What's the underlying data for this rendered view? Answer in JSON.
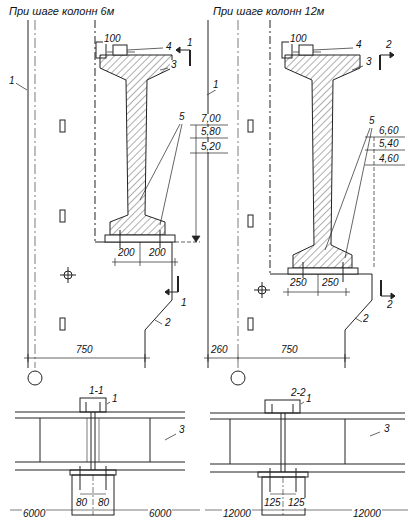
{
  "diagram": {
    "labels": [
      "При шаге колонн 6м",
      "При шаге колонн 12м",
      "1",
      "100",
      "4",
      "3",
      "1",
      "5",
      "7,00",
      "5,80",
      "5,20",
      "200",
      "200",
      "1",
      "2",
      "750",
      "2",
      "100",
      "4",
      "3",
      "1",
      "5",
      "6,60",
      "5,40",
      "4,60",
      "250",
      "250",
      "2",
      "2",
      "260",
      "750",
      "1-1",
      "1",
      "3",
      "80",
      "80",
      "6000",
      "6000",
      "2-2",
      "1",
      "3",
      "125",
      "125",
      "12000",
      "12000"
    ]
  }
}
